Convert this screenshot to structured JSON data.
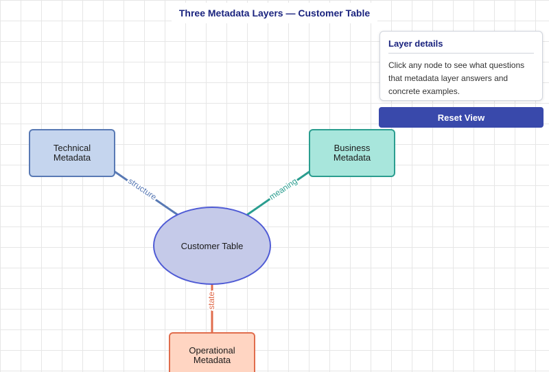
{
  "title": "Three Metadata Layers — Customer Table",
  "details": {
    "heading": "Layer details",
    "body": "Click any node to see what questions that metadata layer answers and concrete examples."
  },
  "reset_button_label": "Reset View",
  "nodes": {
    "center": {
      "label": "Customer Table",
      "fill": "#c5cae9",
      "stroke": "#4f5bd5"
    },
    "technical": {
      "line1": "Technical",
      "line2": "Metadata",
      "fill": "#c5d5ee",
      "stroke": "#5879b4"
    },
    "business": {
      "line1": "Business",
      "line2": "Metadata",
      "fill": "#a8e6dc",
      "stroke": "#2a9d8f"
    },
    "operational": {
      "line1": "Operational",
      "line2": "Metadata",
      "fill": "#ffd5c2",
      "stroke": "#e06c4c"
    }
  },
  "edges": {
    "technical": {
      "label": "structure",
      "color": "#5879b4"
    },
    "business": {
      "label": "meaning",
      "color": "#2a9d8f"
    },
    "operational": {
      "label": "state",
      "color": "#e06c4c"
    }
  }
}
